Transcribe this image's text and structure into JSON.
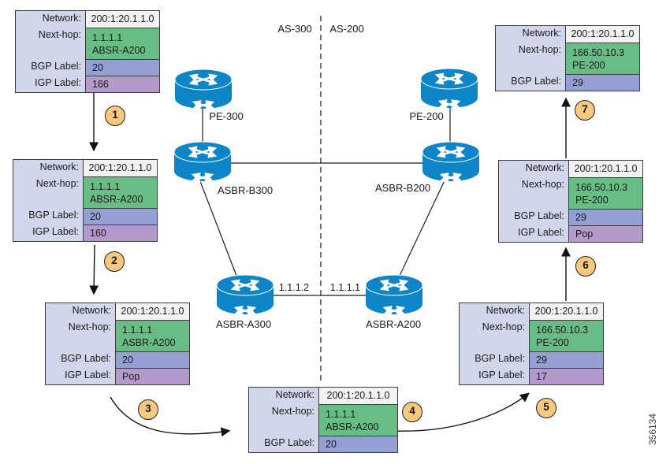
{
  "figure_number": "356134",
  "regions": {
    "left_as": "AS-300",
    "right_as": "AS-200"
  },
  "row_labels": {
    "network": "Network:",
    "next_hop": "Next-hop:",
    "bgp": "BGP Label:",
    "igp": "IGP Label:"
  },
  "routers": {
    "pe300": "PE-300",
    "pe200": "PE-200",
    "asbr_b300": "ASBR-B300",
    "asbr_b200": "ASBR-B200",
    "asbr_a300": "ASBR-A300",
    "asbr_a200": "ASBR-A200"
  },
  "link": {
    "left_ip": "1.1.1.2",
    "right_ip": "1.1.1.1"
  },
  "steps": {
    "s1": "1",
    "s2": "2",
    "s3": "3",
    "s4": "4",
    "s5": "5",
    "s6": "6",
    "s7": "7"
  },
  "tables": {
    "t1": {
      "network": "200:1:20.1.1.0",
      "next_hop_ip": "1.1.1.1",
      "next_hop_name": "ABSR-A200",
      "bgp_label": "20",
      "igp_label": "166"
    },
    "t2": {
      "network": "200:1:20.1.1.0",
      "next_hop_ip": "1.1.1.1",
      "next_hop_name": "ABSR-A200",
      "bgp_label": "20",
      "igp_label": "160"
    },
    "t3": {
      "network": "200:1:20.1.1.0",
      "next_hop_ip": "1.1.1.1",
      "next_hop_name": "ASBR-A200",
      "bgp_label": "20",
      "igp_label": "Pop"
    },
    "t4": {
      "network": "200:1:20.1.1.0",
      "next_hop_ip": "1.1.1.1",
      "next_hop_name": "ABSR-A200",
      "bgp_label": "20"
    },
    "t5": {
      "network": "200:1:20.1.1.0",
      "next_hop_ip": "166.50.10.3",
      "next_hop_name": "PE-200",
      "bgp_label": "29",
      "igp_label": "17"
    },
    "t6": {
      "network": "200:1:20.1.1.0",
      "next_hop_ip": "166.50.10.3",
      "next_hop_name": "PE-200",
      "bgp_label": "29",
      "igp_label": "Pop"
    },
    "t7": {
      "network": "200:1:20.1.1.0",
      "next_hop_ip": "166.50.10.3",
      "next_hop_name": "PE-200",
      "bgp_label": "29"
    }
  },
  "colors": {
    "router_blue": "#0e85c6",
    "label_col": "#d2d6eb",
    "network_cell": "#f2f2f2",
    "green_cell": "#68bd84",
    "bgp_cell": "#94a0d4",
    "igp_cell": "#b499cb",
    "step_circle": "#f7c87f"
  }
}
